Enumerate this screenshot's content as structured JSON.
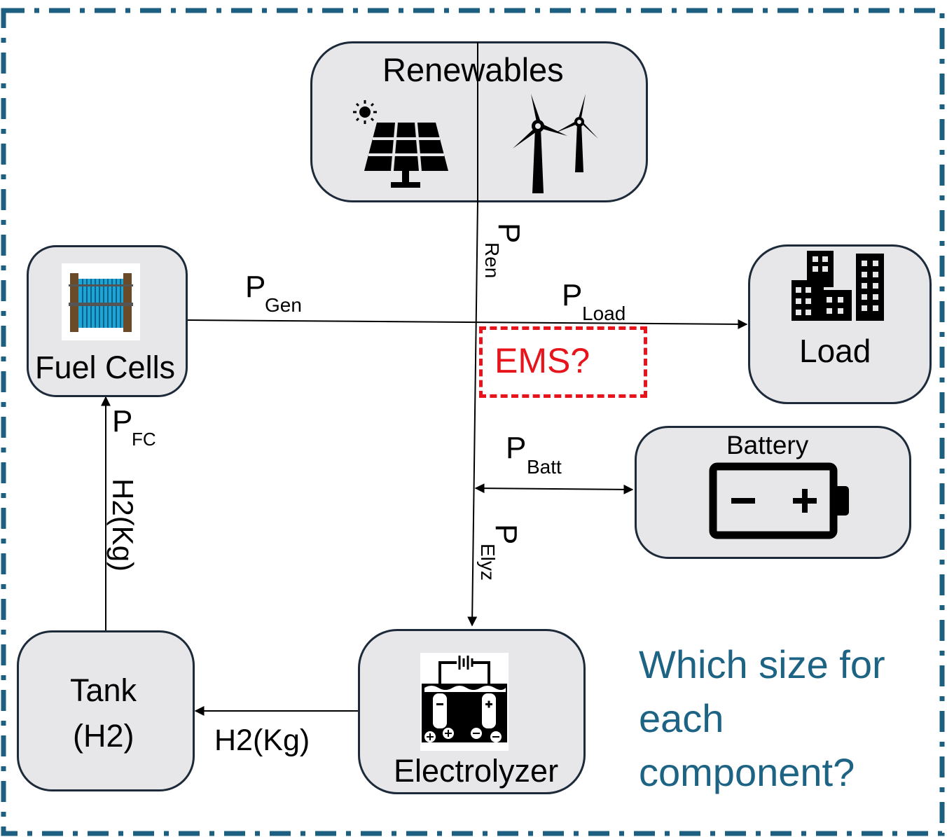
{
  "components": {
    "renewables": "Renewables",
    "fuel_cells": "Fuel Cells",
    "load": "Load",
    "battery": "Battery",
    "tank_line1": "Tank",
    "tank_line2": "(H2)",
    "electrolyzer": "Electrolyzer"
  },
  "flows": {
    "p": "P",
    "ren_sub": "Ren",
    "gen_sub": "Gen",
    "load_sub": "Load",
    "fc_sub": "FC",
    "batt_sub": "Batt",
    "elyz_sub": "Elyz",
    "h2_vertical": "H2(Kg)",
    "h2_horizontal": "H2(Kg)"
  },
  "ems_label": "EMS?",
  "question": "Which size for each component?",
  "colors": {
    "box_fill": "#e7e7e9",
    "box_border": "#1d2a3a",
    "frame": "#1c5f80",
    "ems": "#e8141c",
    "question": "#1c6384"
  }
}
